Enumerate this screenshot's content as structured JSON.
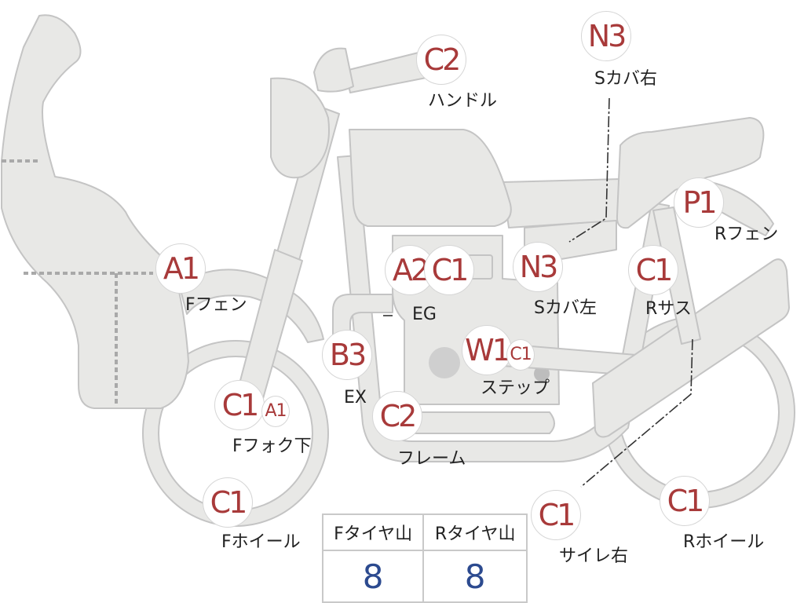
{
  "colors": {
    "part_fill": "#e8e8e6",
    "part_stroke": "#c4c4c4",
    "code_text": "#a83a3a",
    "value_text": "#2c4a8f"
  },
  "codes": {
    "handle": "C2",
    "seat_cover_right": "N3",
    "front_fender": "A1",
    "engine_1": "A2",
    "engine_2": "C1",
    "seat_cover_left": "N3",
    "rear_suspension": "C1",
    "rear_fender": "P1",
    "exhaust": "B3",
    "step_1": "W1",
    "step_2": "C1",
    "front_fork_1": "C1",
    "front_fork_2": "A1",
    "frame": "C2",
    "front_wheel": "C1",
    "silencer_right": "C1",
    "rear_wheel": "C1"
  },
  "labels": {
    "handle": "ハンドル",
    "seat_cover_right": "Sカバ右",
    "front_fender": "Fフェン",
    "engine": "EG",
    "seat_cover_left": "Sカバ左",
    "rear_suspension": "Rサス",
    "rear_fender": "Rフェン",
    "exhaust": "EX",
    "step": "ステップ",
    "front_fork": "Fフォク下",
    "frame": "フレーム",
    "front_wheel": "Fホイール",
    "silencer_right": "サイレ右",
    "rear_wheel": "Rホイール"
  },
  "tire_table": {
    "headers": [
      "Fタイヤ山",
      "Rタイヤ山"
    ],
    "values": [
      "8",
      "8"
    ]
  }
}
